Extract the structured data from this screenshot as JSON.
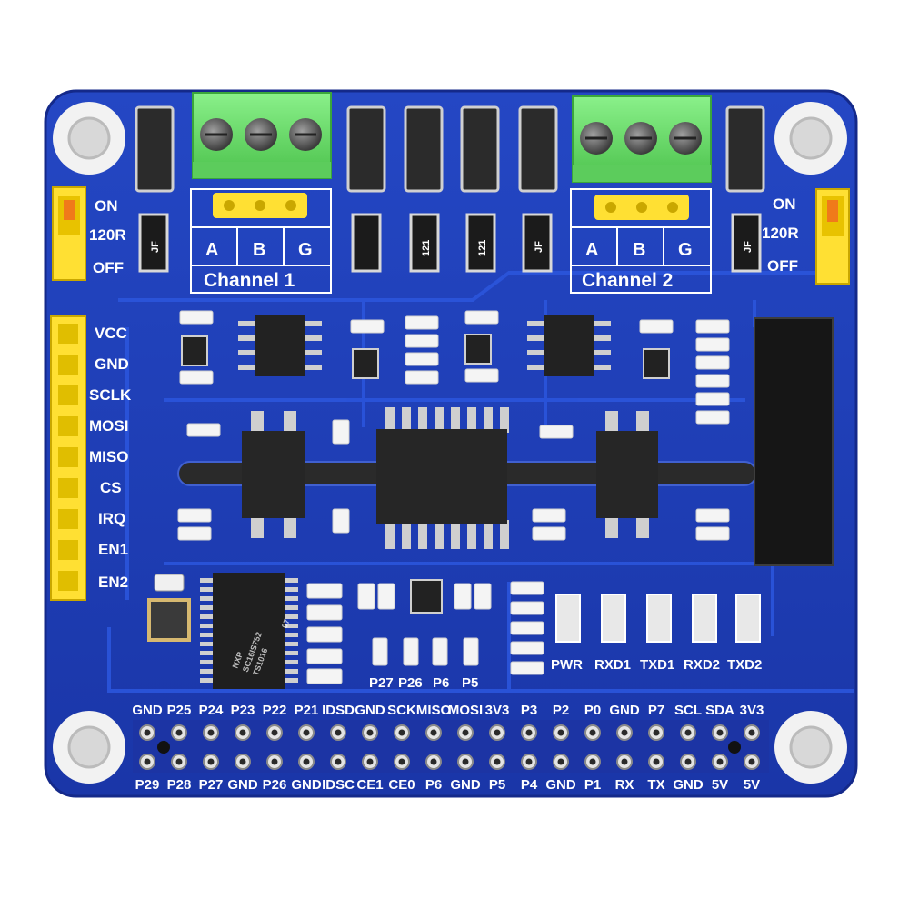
{
  "board": {
    "colors": {
      "pcb": "#1f3fb8",
      "trace": "#2a52d6",
      "terminal": "#6fdc6f",
      "jumper": "#ffe033",
      "ic": "#222222"
    },
    "left_jumper": {
      "on": "ON",
      "r120": "120R",
      "off": "OFF"
    },
    "right_jumper": {
      "on": "ON",
      "r120": "120R",
      "off": "OFF"
    },
    "channel1": {
      "label": "Channel 1",
      "a": "A",
      "b": "B",
      "g": "G"
    },
    "channel2": {
      "label": "Channel 2",
      "a": "A",
      "b": "B",
      "g": "G"
    },
    "side_header": [
      "VCC",
      "GND",
      "SCLK",
      "MOSI",
      "MISO",
      "CS",
      "IRQ",
      "EN1",
      "EN2"
    ],
    "resistor_marks": {
      "jf1": "JF",
      "r121a": "121",
      "r121b": "121",
      "jf2": "JF",
      "jf3": "JF"
    },
    "mcp_chip": {
      "line1": "NXP",
      "line2": "SC16IS752",
      "line3": "TS1016",
      "line4": "07"
    },
    "test_points": [
      "P27",
      "P26",
      "P6",
      "P5"
    ],
    "leds": [
      "PWR",
      "RXD1",
      "TXD1",
      "RXD2",
      "TXD2"
    ],
    "gpio_top": [
      "GND",
      "P25",
      "P24",
      "P23",
      "P22",
      "P21",
      "IDSD",
      "GND",
      "SCK",
      "MISO",
      "MOSI",
      "3V3",
      "P3",
      "P2",
      "P0",
      "GND",
      "P7",
      "SCL",
      "SDA",
      "3V3"
    ],
    "gpio_bottom": [
      "P29",
      "P28",
      "P27",
      "GND",
      "P26",
      "GND",
      "IDSC",
      "CE1",
      "CE0",
      "P6",
      "GND",
      "P5",
      "P4",
      "GND",
      "P1",
      "RX",
      "TX",
      "GND",
      "5V",
      "5V"
    ]
  }
}
